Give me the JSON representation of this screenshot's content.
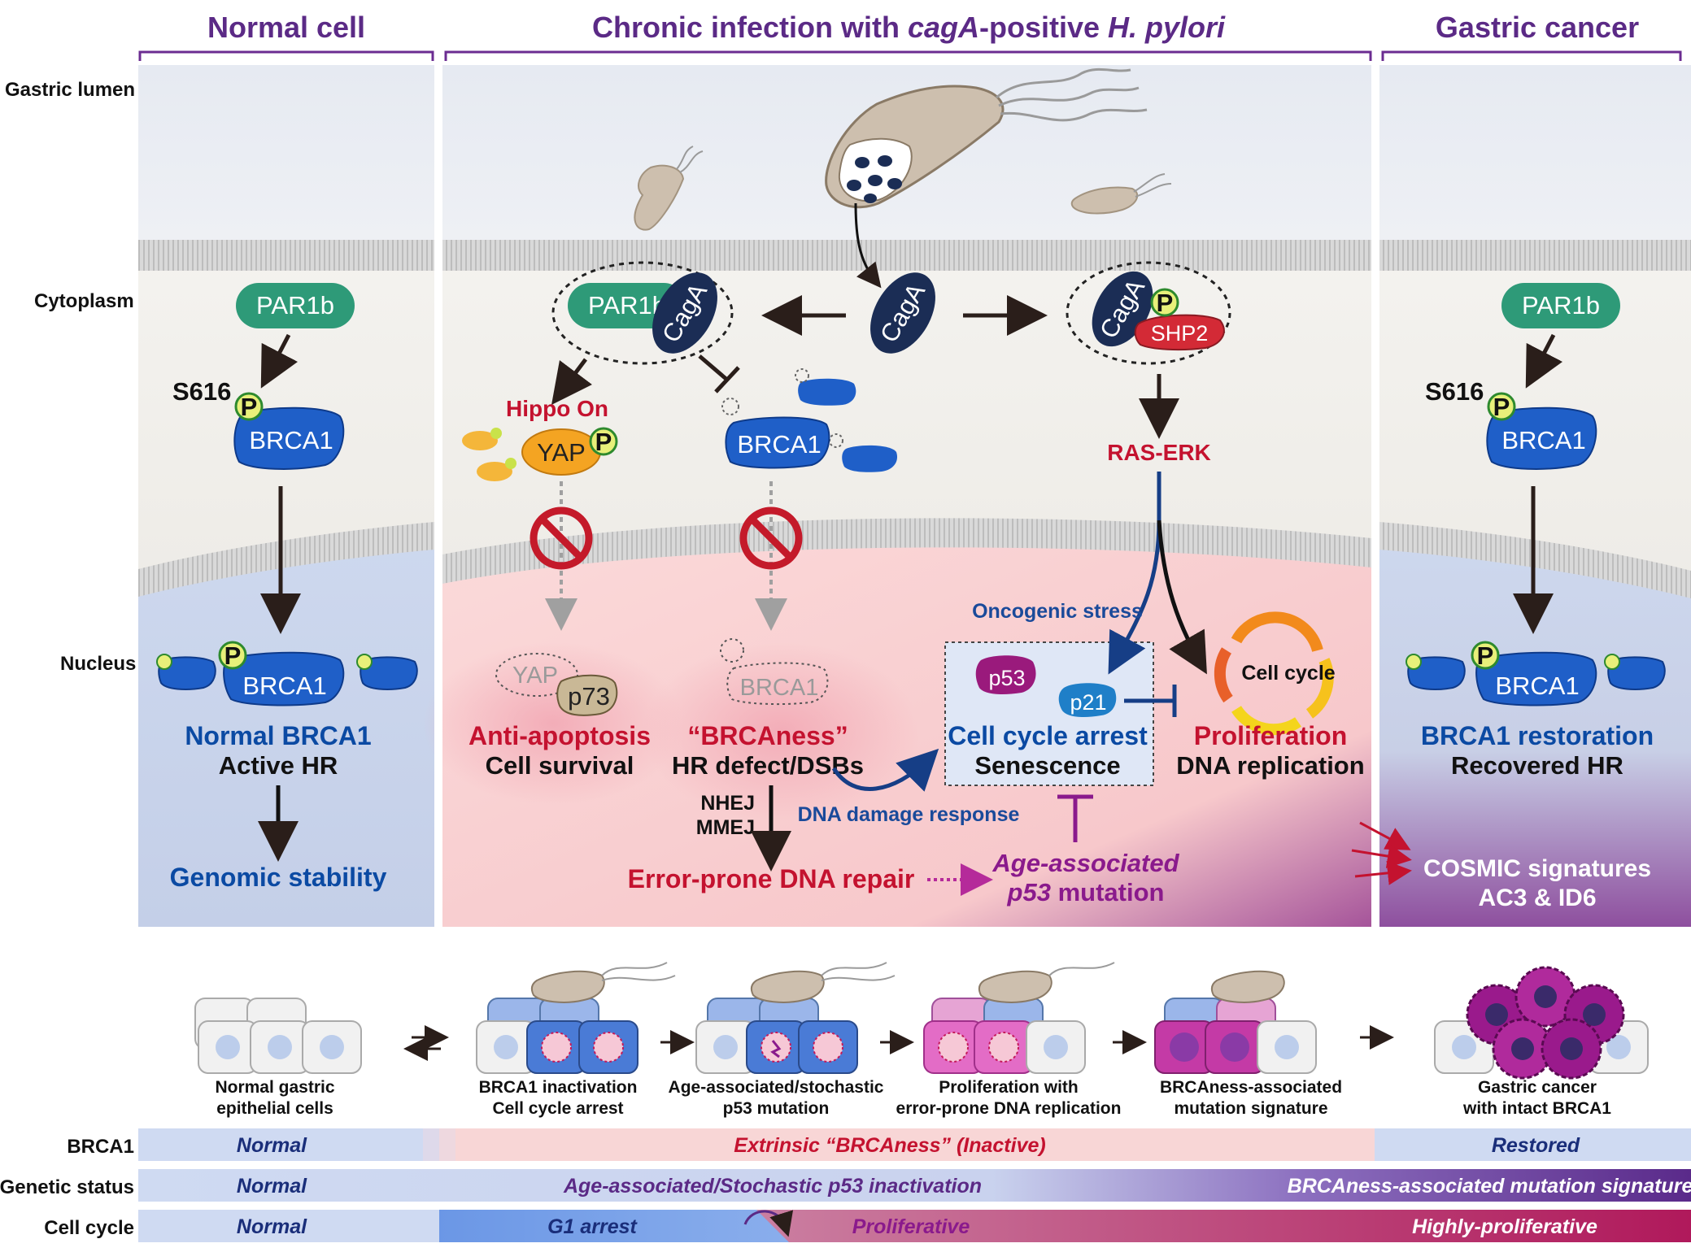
{
  "headers": {
    "normal": "Normal cell",
    "chronic_pre": "Chronic infection with ",
    "chronic_gene": "cagA",
    "chronic_mid": "-positive ",
    "chronic_species": "H. pylori",
    "cancer": "Gastric cancer"
  },
  "regions": {
    "lumen": "Gastric lumen",
    "cytoplasm": "Cytoplasm",
    "nucleus": "Nucleus"
  },
  "normal_panel": {
    "par1b": "PAR1b",
    "s616": "S616",
    "p": "P",
    "brca1": "BRCA1",
    "brca1_nuc": "BRCA1",
    "label_blue": "Normal BRCA1",
    "label_black": "Active HR",
    "outcome": "Genomic stability"
  },
  "chronic_panel": {
    "par1b": "PAR1b",
    "caga": "CagA",
    "caga_center": "CagA",
    "caga_right": "CagA",
    "shp2": "SHP2",
    "p": "P",
    "hippo": "Hippo On",
    "yap": "YAP",
    "brca1": "BRCA1",
    "ras_erk": "RAS-ERK",
    "yap_nuc": "YAP",
    "p73": "p73",
    "brca1_nuc": "BRCA1",
    "anti_apoptosis": "Anti-apoptosis",
    "cell_survival": "Cell survival",
    "brcaness": "“BRCAness”",
    "hr_defect": "HR defect/DSBs",
    "nhej": "NHEJ",
    "mmej": "MMEJ",
    "error_prone": "Error-prone DNA repair",
    "ddr": "DNA damage response",
    "oncogenic": "Oncogenic stress",
    "p53": "p53",
    "p21": "p21",
    "arrest": "Cell cycle arrest",
    "senescence": "Senescence",
    "cell_cycle": "Cell cycle",
    "proliferation": "Proliferation",
    "dna_replication": "DNA replication",
    "age_assoc": "Age-associated",
    "p53mut_italic": "p53",
    "p53mut_rest": " mutation"
  },
  "cancer_panel": {
    "par1b": "PAR1b",
    "s616": "S616",
    "p": "P",
    "brca1": "BRCA1",
    "brca1_nuc": "BRCA1",
    "restoration": "BRCA1 restoration",
    "recovered": "Recovered HR",
    "cosmic1": "COSMIC signatures",
    "cosmic2": "AC3 & ID6"
  },
  "stages": [
    {
      "line1": "Normal gastric",
      "line2": "epithelial cells"
    },
    {
      "line1": "BRCA1 inactivation",
      "line2": "Cell cycle arrest"
    },
    {
      "line1": "Age-associated/stochastic",
      "line2": "p53 mutation"
    },
    {
      "line1": "Proliferation with",
      "line2": "error-prone DNA replication"
    },
    {
      "line1": "BRCAness-associated",
      "line2": "mutation signature"
    },
    {
      "line1": "Gastric cancer",
      "line2": "with intact BRCA1"
    }
  ],
  "bars": {
    "brca1": {
      "label": "BRCA1",
      "normal": "Normal",
      "inactive": "Extrinsic “BRCAness” (Inactive)",
      "restored": "Restored"
    },
    "genetic": {
      "label": "Genetic status",
      "normal": "Normal",
      "p53": "Age-associated/Stochastic p53 inactivation",
      "signature": "BRCAness-associated mutation signature"
    },
    "cellcycle": {
      "label": "Cell cycle",
      "normal": "Normal",
      "g1": "G1 arrest",
      "proliferative": "Proliferative",
      "highly": "Highly-proliferative"
    }
  },
  "colors": {
    "header_purple": "#5b2a86",
    "brca1_blue": "#1f5fc8",
    "par1b_green": "#2e9a78",
    "caga_navy": "#1b2d55",
    "shp2_red": "#d32a36",
    "text_red": "#c4122f",
    "text_blue": "#0b4aa3",
    "mutation_purple": "#8a1a8c"
  }
}
